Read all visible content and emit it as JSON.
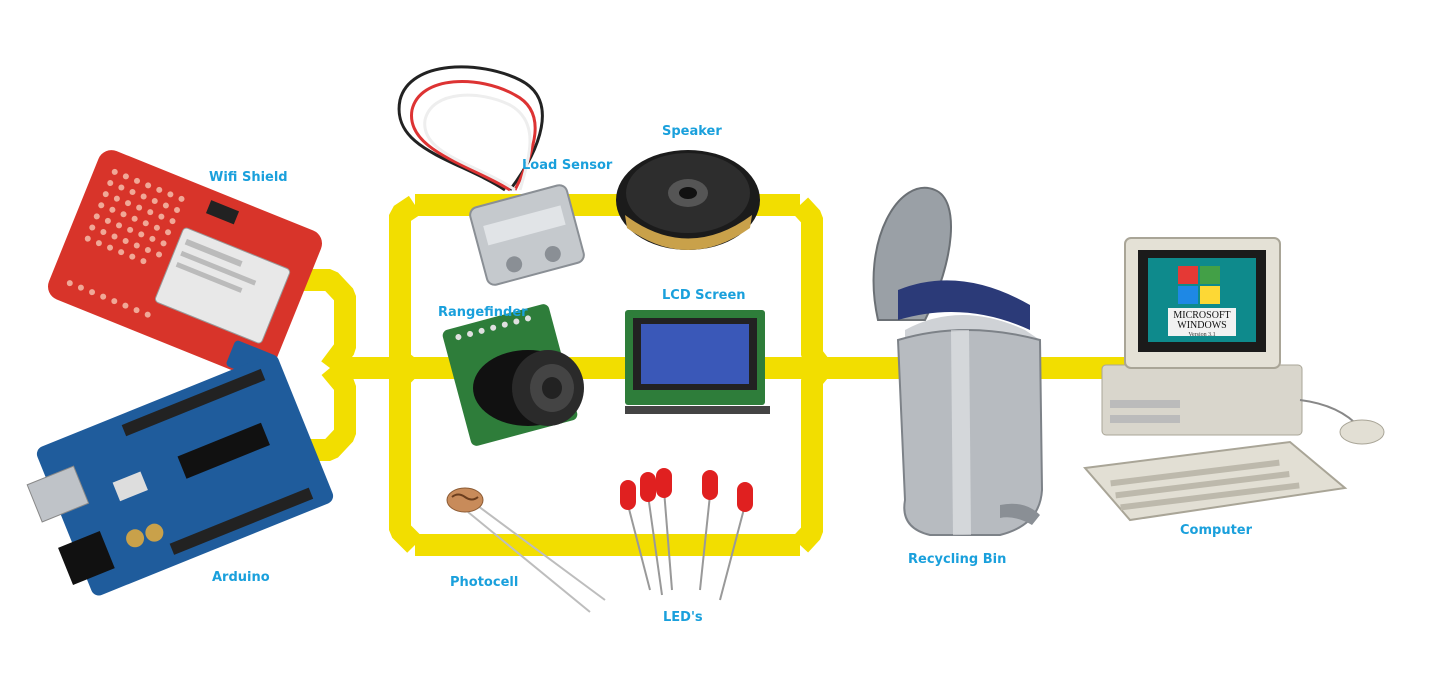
{
  "labels": {
    "wifi_shield": "Wifi Shield",
    "arduino": "Arduino",
    "load_sensor": "Load Sensor",
    "speaker": "Speaker",
    "rangefinder": "Rangefinder",
    "lcd_screen": "LCD Screen",
    "photocell": "Photocell",
    "leds": "LED's",
    "recycling_bin": "Recycling Bin",
    "computer": "Computer"
  },
  "computer_screen_text": {
    "brand": "MICROSOFT",
    "product": "WINDOWS",
    "version": "Version 3.1"
  },
  "colors": {
    "connector": "#f2de00",
    "label_text": "#1aa0dc",
    "pcb_red": "#d8342a",
    "pcb_blue": "#1f5c9c",
    "pcb_green": "#2e7d3a"
  }
}
